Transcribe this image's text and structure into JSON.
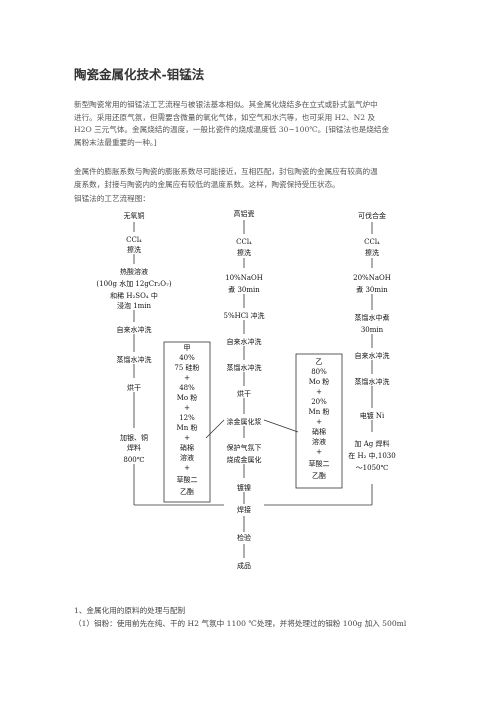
{
  "title": "陶瓷金属化技术-钼锰法",
  "intro": [
    "新型陶瓷常用的钼锰法工艺流程与被银法基本相似。其金属化烧结多在立式或卧式氢气炉中",
    "进行。采用还原气氛，但需要含微量的氧化气体，如空气和水汽等，也可采用 H2、N2 及",
    "H2O 三元气体。金属烧结的温度，一般比瓷件的烧成温度低 30~100℃。[钼锰法也是烧结金",
    "属粉末法最重要的一种。]"
  ],
  "para2": [
    "金属件的膨胀系数与陶瓷的膨胀系数尽可能接近，互相匹配，封包陶瓷的金属应有较高的温",
    "度系数，封接与陶瓷内的金属应有较低的温度系数。这样，陶瓷保持受压状态。"
  ],
  "flow_intro": "钼锰法的工艺流程图：",
  "flowchart": {
    "col1": [
      "无氧铜",
      "CCl₄",
      "擦洗",
      "热酸溶液",
      "(100g 水加 12gCr₂O₇)",
      "和稀 H₂SO₄ 中",
      "浸泡 1min",
      "自来水冲洗",
      "蒸馏水冲洗",
      "烘干",
      "加银、铜",
      "焊料",
      "800℃"
    ],
    "col2": [
      "高铝瓷",
      "CCl₄",
      "擦洗",
      "10%NaOH",
      "煮 30min",
      "5%HCl 冲洗",
      "自来水冲洗",
      "蒸馏水冲洗",
      "烘干",
      "涂金属化浆",
      "保护气氛下",
      "烧成金属化",
      "镀镍"
    ],
    "col3": [
      "可伐合金",
      "CCl₄",
      "擦洗",
      "20%NaOH",
      "煮 30min",
      "蒸馏水中煮",
      "30min",
      "自来水冲洗",
      "蒸馏水冲洗",
      "电镀 Ni",
      "加 Ag 焊料",
      "在 H₂ 中,1030",
      "～1050℃"
    ],
    "box_a": [
      "甲",
      "40%",
      "75 硅粉",
      "+",
      "48%",
      "Mo 粉",
      "+",
      "12%",
      "Mn 粉",
      "+",
      "硝棉",
      "溶液",
      "+",
      "草酸二",
      "乙酯"
    ],
    "box_b": [
      "乙",
      "80%",
      "Mo 粉",
      "+",
      "20%",
      "Mn 粉",
      "+",
      "硝棉",
      "溶液",
      "+",
      "草酸二",
      "乙酯"
    ],
    "bottom": [
      "焊接",
      "检验",
      "成品"
    ]
  },
  "footer": [
    "1、金属化用的原料的处理与配制",
    "（1）钼粉：使用前先在纯、干的 H2 气氛中 1100 ℃处理，并将处理过的钼粉 100g 加入 500ml"
  ]
}
